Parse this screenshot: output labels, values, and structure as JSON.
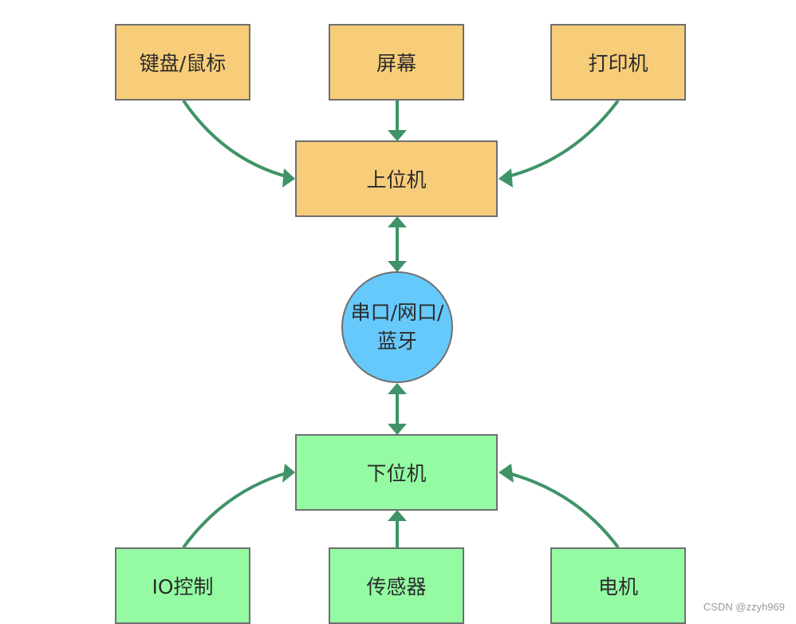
{
  "nodes": {
    "keyboard_mouse": "键盘/鼠标",
    "screen": "屏幕",
    "printer": "打印机",
    "host": "上位机",
    "link_line1": "串口/网口/",
    "link_line2": "蓝牙",
    "slave": "下位机",
    "io_control": "IO控制",
    "sensor": "传感器",
    "motor": "电机"
  },
  "colors": {
    "upper_fill": "#f8cd79",
    "lower_fill": "#94fba3",
    "link_fill": "#66c9fb",
    "arrow": "#3f9367",
    "border": "#6f6f6f"
  },
  "watermark": "CSDN @zzyh969"
}
